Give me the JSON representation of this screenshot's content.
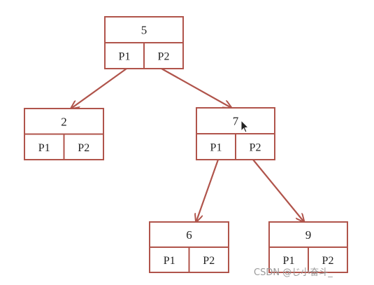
{
  "colors": {
    "node_border": "#b0544b",
    "edge": "#b0544b",
    "text": "#222222",
    "watermark": "#9a9a9a"
  },
  "nodes": [
    {
      "id": "n5",
      "key": "5",
      "p1": "P1",
      "p2": "P2"
    },
    {
      "id": "n2",
      "key": "2",
      "p1": "P1",
      "p2": "P2"
    },
    {
      "id": "n7",
      "key": "7",
      "p1": "P1",
      "p2": "P2"
    },
    {
      "id": "n6",
      "key": "6",
      "p1": "P1",
      "p2": "P2"
    },
    {
      "id": "n9",
      "key": "9",
      "p1": "P1",
      "p2": "P2"
    }
  ],
  "edges": [
    {
      "from": "n5",
      "from_ptr": "p1",
      "to": "n2"
    },
    {
      "from": "n5",
      "from_ptr": "p2",
      "to": "n7"
    },
    {
      "from": "n7",
      "from_ptr": "p1",
      "to": "n6"
    },
    {
      "from": "n7",
      "from_ptr": "p2",
      "to": "n9"
    }
  ],
  "cursor_icon": "mouse-pointer-icon",
  "watermark": "CSDN @じ小奋斗_"
}
